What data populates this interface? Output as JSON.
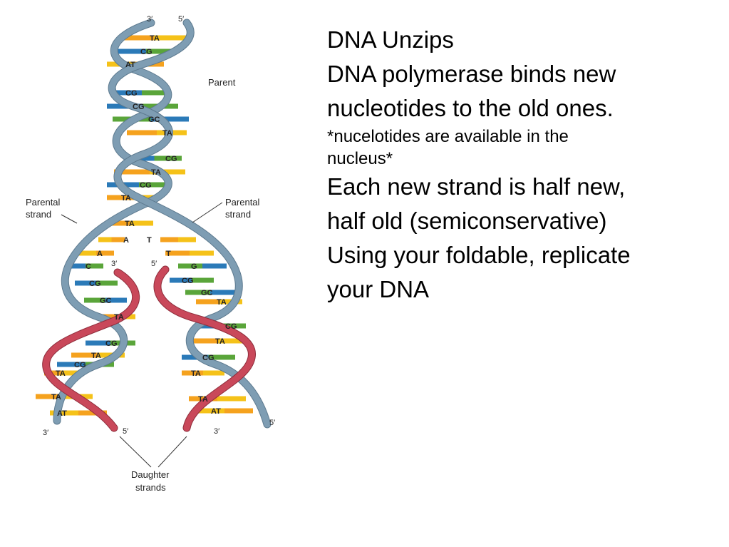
{
  "slide": {
    "lines": [
      {
        "text": "DNA Unzips",
        "size": "big"
      },
      {
        "text": "DNA polymerase binds new",
        "size": "big"
      },
      {
        "text": "nucleotides to the old ones.",
        "size": "big"
      },
      {
        "text": "*nucelotides are available in the",
        "size": "small"
      },
      {
        "text": "nucleus*",
        "size": "small"
      },
      {
        "text": "Each new strand is half new,",
        "size": "big"
      },
      {
        "text": "half old (semiconservative)",
        "size": "big"
      },
      {
        "text": "Using your foldable, replicate",
        "size": "big"
      },
      {
        "text": "your DNA",
        "size": "big"
      }
    ]
  },
  "diagram": {
    "labels": {
      "parent": "Parent",
      "parental_strand_left": [
        "Parental",
        "strand"
      ],
      "parental_strand_right": [
        "Parental",
        "strand"
      ],
      "daughter_strands": [
        "Daughter",
        "strands"
      ]
    },
    "primes": {
      "top_3": "3′",
      "top_5": "5′",
      "mid_3": "3′",
      "mid_5": "5′",
      "bottom_left_3": "3′",
      "bottom_left_5": "5′",
      "bottom_right_3": "3′",
      "bottom_right_5": "5′"
    },
    "base_labels": [
      "TA",
      "CG",
      "AT",
      "CG",
      "CG",
      "GC",
      "TA",
      "CG",
      "TA",
      "CG",
      "TA",
      "TA",
      "A",
      "T",
      "A",
      "T",
      "C",
      "G",
      "CG",
      "CG",
      "GC",
      "GC",
      "TA",
      "TA",
      "CG",
      "CG",
      "TA",
      "TA",
      "CG",
      "CG",
      "TA",
      "TA",
      "TA",
      "TA",
      "AT",
      "AT"
    ],
    "colors": {
      "parent_backbone": "#7e9db3",
      "daughter_backbone": "#c9485a",
      "base_A": "#f5c219",
      "base_T": "#f5a21e",
      "base_C": "#2b7ab8",
      "base_G": "#5aa53a"
    }
  }
}
